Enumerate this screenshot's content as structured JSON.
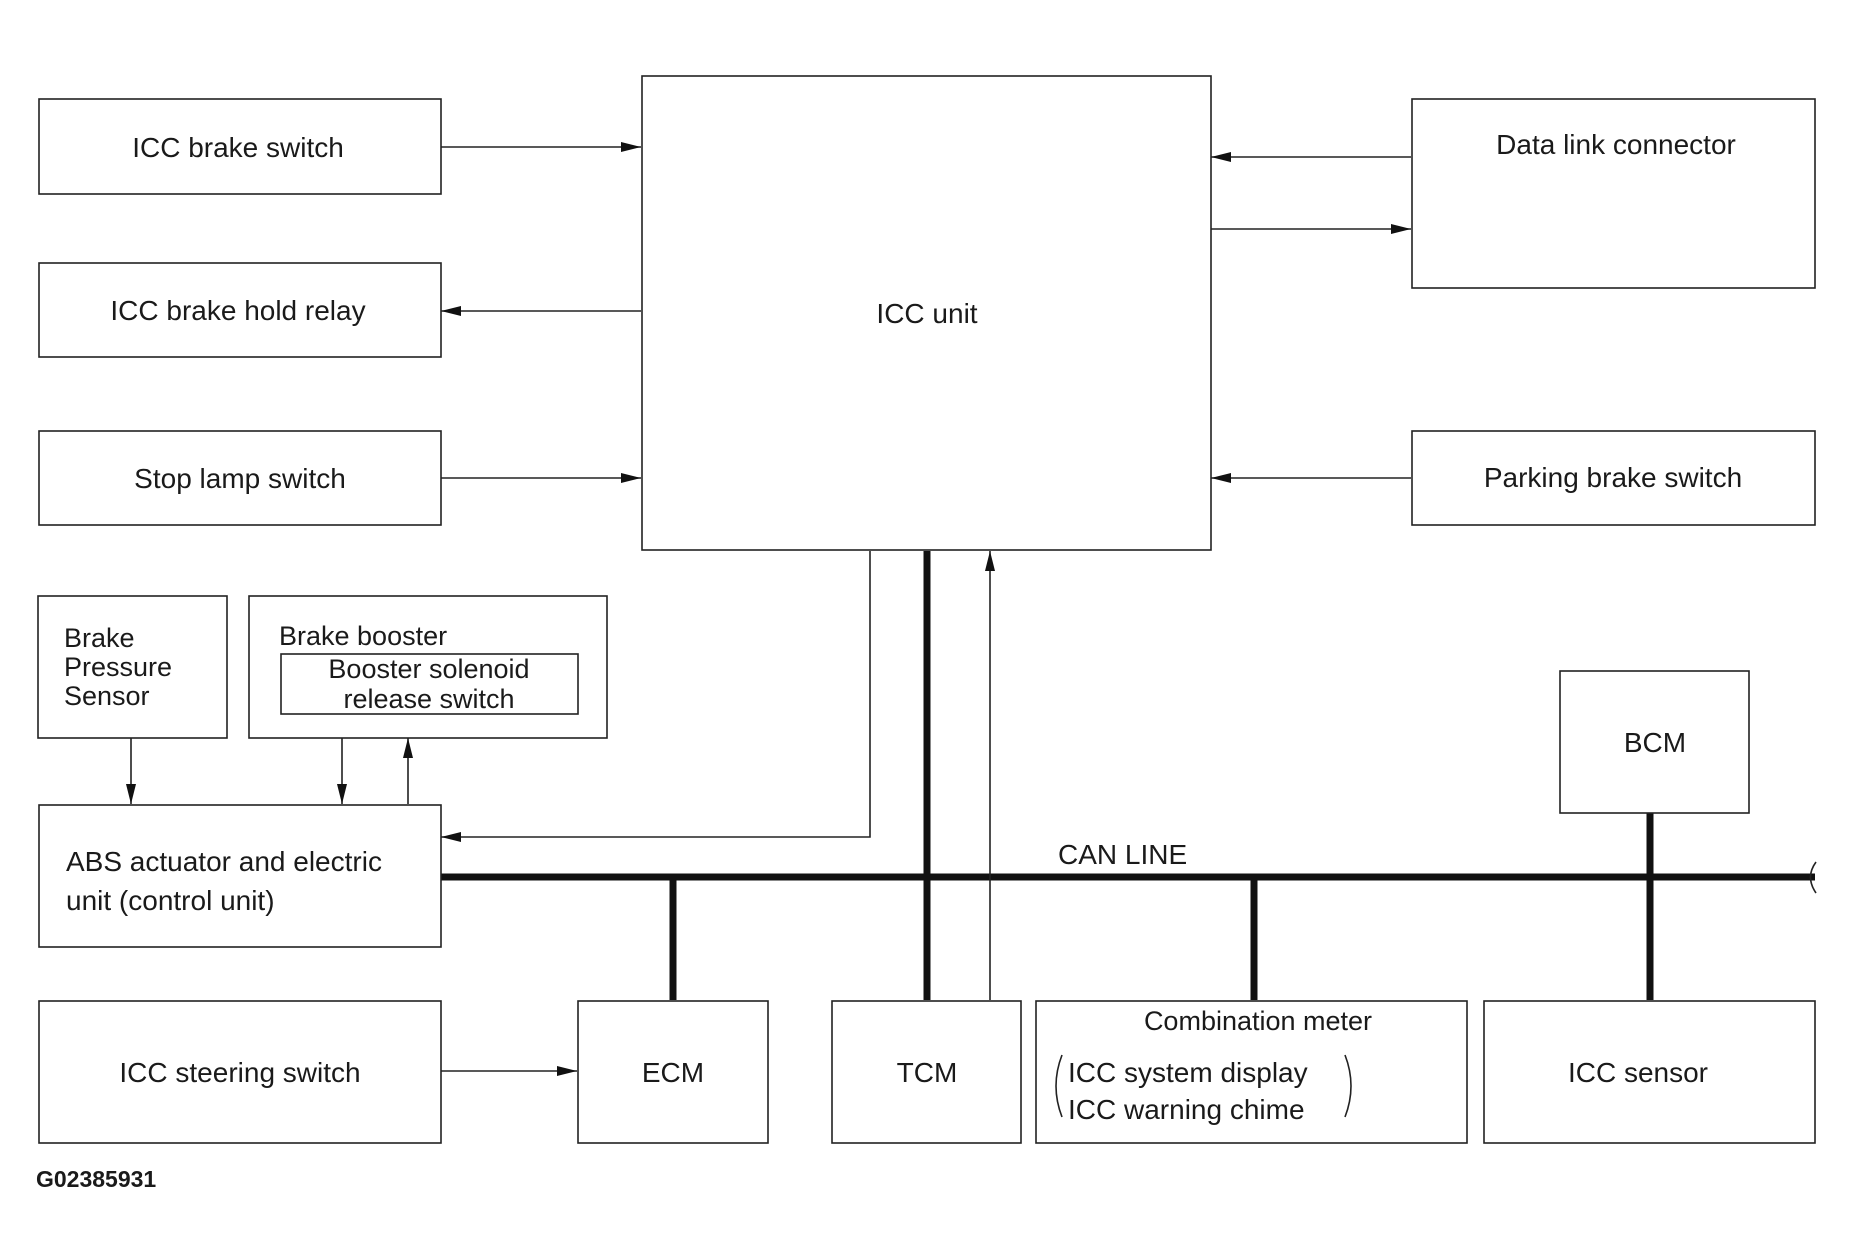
{
  "diagram": {
    "icc_unit": "ICC unit",
    "icc_brake_switch": "ICC brake switch",
    "icc_brake_hold_relay": "ICC brake hold relay",
    "stop_lamp_switch": "Stop lamp switch",
    "data_link_connector": "Data link connector",
    "parking_brake_switch": "Parking brake switch",
    "brake_pressure_sensor": [
      "Brake",
      "Pressure",
      "Sensor"
    ],
    "brake_booster": "Brake booster",
    "booster_solenoid": [
      "Booster solenoid",
      "release switch"
    ],
    "abs_unit": [
      "ABS actuator and electric",
      "unit (control unit)"
    ],
    "bcm": "BCM",
    "can_line": "CAN LINE",
    "icc_steering_switch": "ICC steering switch",
    "ecm": "ECM",
    "tcm": "TCM",
    "combination_meter": "Combination meter",
    "combination_meter_items": [
      "ICC system display",
      "ICC warning chime"
    ],
    "icc_sensor": "ICC sensor",
    "figure_code": "G02385931"
  }
}
